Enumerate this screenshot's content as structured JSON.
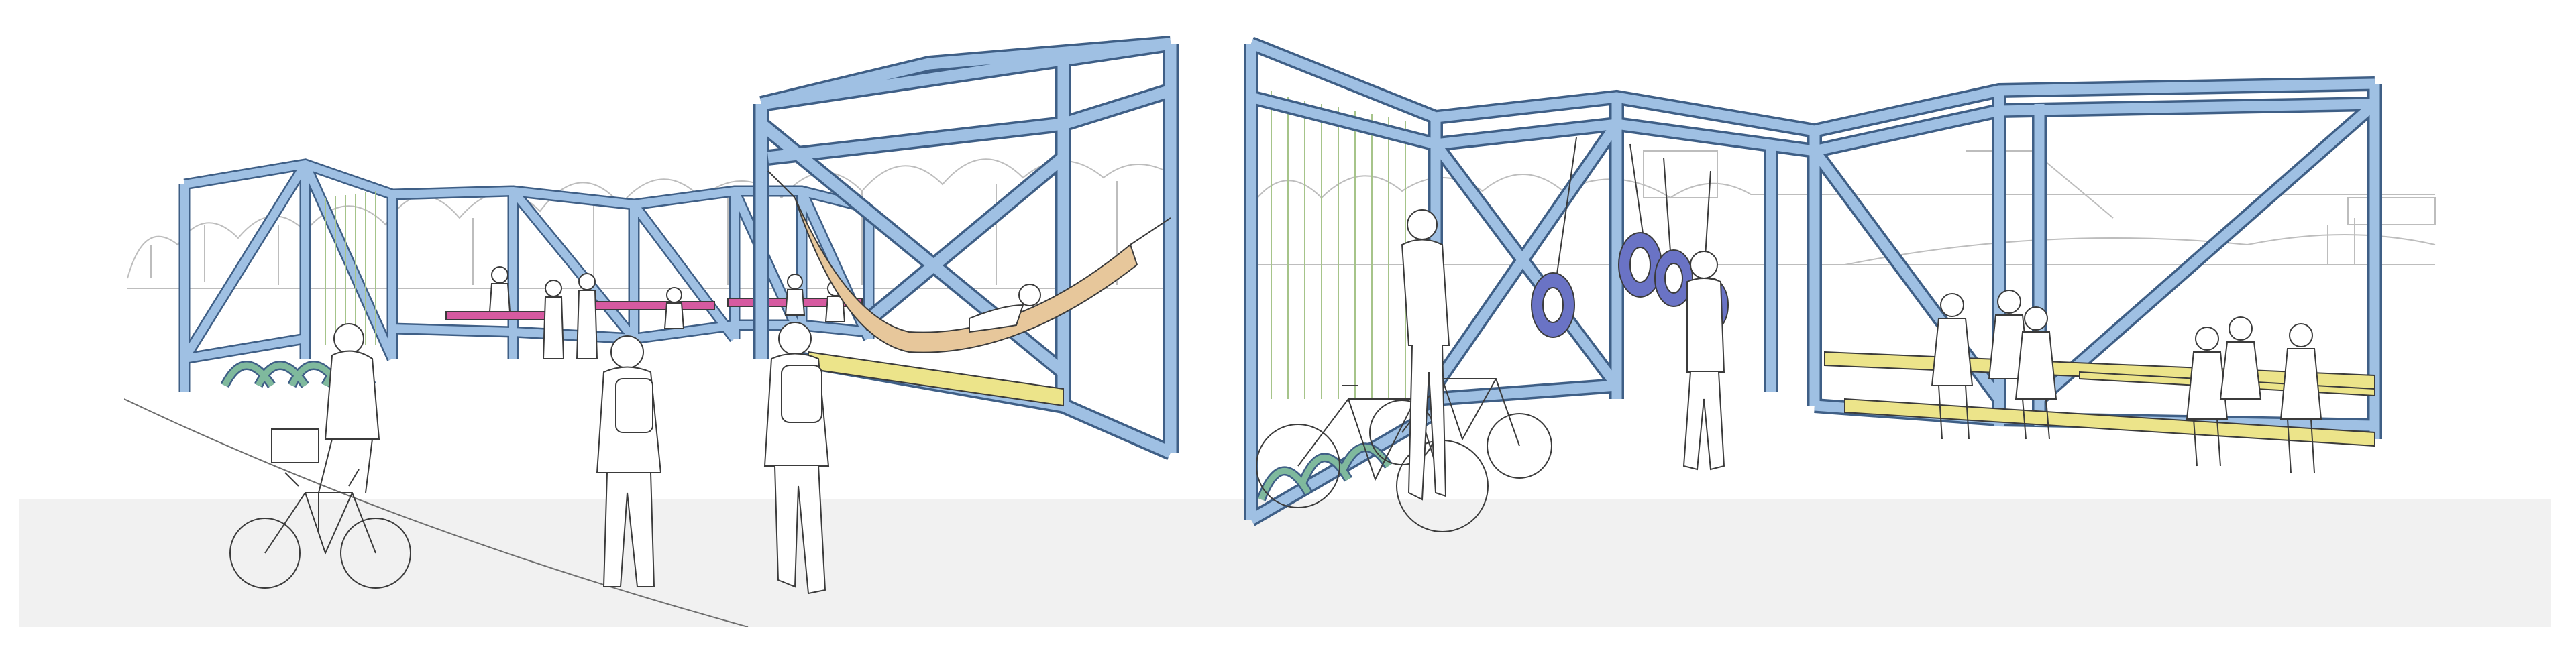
{
  "image": {
    "type": "architectural-sketch-illustration",
    "panels": [
      {
        "name": "left-scene",
        "subjects": [
          "pavilion-frame",
          "hammock",
          "bicycle-rack",
          "cyclist",
          "students-with-backpacks",
          "seated-people"
        ]
      },
      {
        "name": "right-scene",
        "subjects": [
          "pavilion-frame",
          "ring-swings",
          "parked-bicycles",
          "standing-people",
          "seated-people-on-benches",
          "riverside-background"
        ]
      }
    ]
  },
  "colors": {
    "frame": "#9fc0e3",
    "frame_outline": "#3f5f86",
    "hammock": "#e7c79b",
    "bench": "#ece48a",
    "bike_rack": "#7fb99d",
    "magenta_bench": "#d65aa0",
    "ring": "#6a73c5",
    "ring_inner": "#ffffff",
    "ground": "#f1f1f1",
    "ink": "#3b3b3b",
    "skyline": "#bdbdbd",
    "bamboo": "#a6c48a"
  }
}
